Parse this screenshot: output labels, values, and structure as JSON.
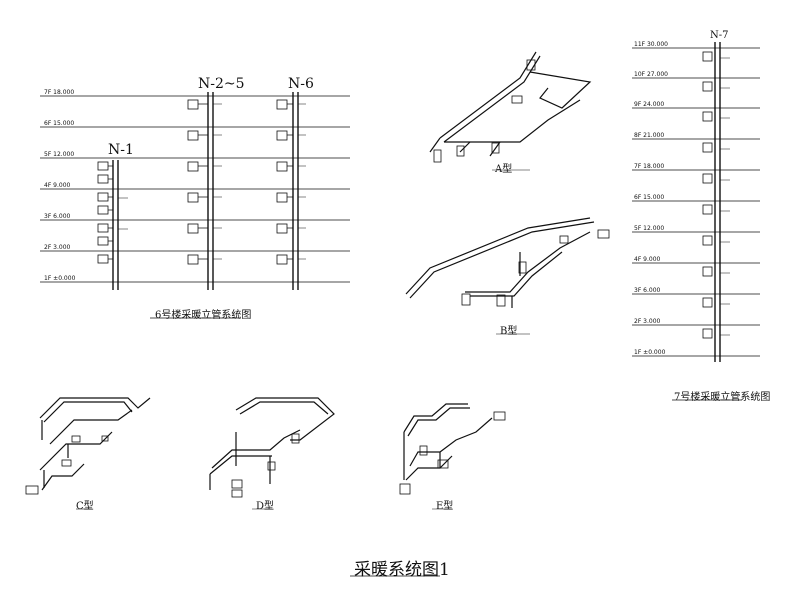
{
  "diagrams": {
    "building6": {
      "caption": "6号楼采暖立管系统图",
      "risers": {
        "n1": "N-1",
        "n2_5": "N-2~5",
        "n6": "N-6"
      },
      "levels": [
        "7F 18.000",
        "6F 15.000",
        "5F 12.000",
        "4F 9.000",
        "3F 6.000",
        "2F 3.000",
        "1F ±0.000"
      ]
    },
    "types": {
      "a": "A型",
      "b": "B型",
      "c": "C型",
      "d": "D型",
      "e": "E型"
    },
    "building7": {
      "caption": "7号楼采暖立管系统图",
      "riser": "N-7",
      "levels": [
        "11F 30.000",
        "10F 27.000",
        "9F 24.000",
        "8F 21.000",
        "7F 18.000",
        "6F 15.000",
        "5F 12.000",
        "4F 9.000",
        "3F 6.000",
        "2F 3.000",
        "1F ±0.000"
      ]
    }
  },
  "main_title": "采暖系统图1"
}
